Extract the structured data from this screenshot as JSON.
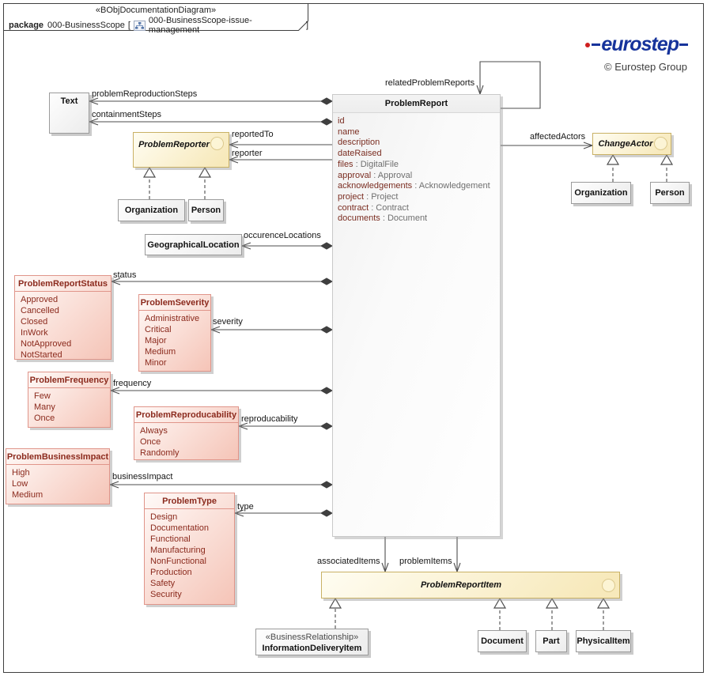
{
  "header": {
    "stereotype": "«BObjDocumentationDiagram»",
    "keyword": "package",
    "package_name": "000-BusinessScope",
    "bracket_open": "[",
    "diagram_name": "000-BusinessScope-issue-management",
    "bracket_close": "]"
  },
  "branding": {
    "logo_text": "eurostep",
    "copyright": "© Eurostep Group"
  },
  "icons": {
    "header_diagram_icon": "mini-diagram-icon",
    "abstract_marker": "circle-outline"
  },
  "colors": {
    "logo_blue": "#16339b",
    "logo_red": "#cf1f1f",
    "enum_text": "#8b2a1d",
    "cream_border": "#c9b165",
    "enum_border": "#e0958a",
    "line": "#4d4d4d"
  },
  "classes": {
    "text": {
      "title": "Text"
    },
    "problem_reporter": {
      "title": "ProblemReporter"
    },
    "organization_left": {
      "title": "Organization"
    },
    "person_left": {
      "title": "Person"
    },
    "geographical_location": {
      "title": "GeographicalLocation"
    },
    "problem_report_status": {
      "title": "ProblemReportStatus",
      "literals": [
        "Approved",
        "Cancelled",
        "Closed",
        "InWork",
        "NotApproved",
        "NotStarted"
      ]
    },
    "problem_severity": {
      "title": "ProblemSeverity",
      "literals": [
        "Administrative",
        "Critical",
        "Major",
        "Medium",
        "Minor"
      ]
    },
    "problem_frequency": {
      "title": "ProblemFrequency",
      "literals": [
        "Few",
        "Many",
        "Once"
      ]
    },
    "problem_reproducability": {
      "title": "ProblemReproducability",
      "literals": [
        "Always",
        "Once",
        "Randomly"
      ]
    },
    "problem_business_impact": {
      "title": "ProblemBusinessImpact",
      "literals": [
        "High",
        "Low",
        "Medium"
      ]
    },
    "problem_type": {
      "title": "ProblemType",
      "literals": [
        "Design",
        "Documentation",
        "Functional",
        "Manufacturing",
        "NonFunctional",
        "Production",
        "Safety",
        "Security"
      ]
    },
    "problem_report": {
      "title": "ProblemReport",
      "attributes": [
        {
          "name": "id",
          "type": ""
        },
        {
          "name": "name",
          "type": ""
        },
        {
          "name": "description",
          "type": ""
        },
        {
          "name": "dateRaised",
          "type": ""
        },
        {
          "name": "files",
          "type": " : DigitalFile"
        },
        {
          "name": "approval",
          "type": " : Approval"
        },
        {
          "name": "acknowledgements",
          "type": " : Acknowledgement"
        },
        {
          "name": "project",
          "type": " : Project"
        },
        {
          "name": "contract",
          "type": " : Contract"
        },
        {
          "name": "documents",
          "type": " : Document"
        }
      ]
    },
    "change_actor": {
      "title": "ChangeActor"
    },
    "organization_right": {
      "title": "Organization"
    },
    "person_right": {
      "title": "Person"
    },
    "problem_report_item": {
      "title": "ProblemReportItem"
    },
    "information_delivery_item": {
      "stereotype": "«BusinessRelationship»",
      "title": "InformationDeliveryItem"
    },
    "document": {
      "title": "Document"
    },
    "part": {
      "title": "Part"
    },
    "physical_item": {
      "title": "PhysicalItem"
    }
  },
  "connector_labels": {
    "related_problem_reports": "relatedProblemReports",
    "problem_reproduction_steps": "problemReproductionSteps",
    "containment_steps": "containmentSteps",
    "reported_to": "reportedTo",
    "reporter": "reporter",
    "affected_actors": "affectedActors",
    "occurence_locations": "occurenceLocations",
    "status": "status",
    "severity": "severity",
    "frequency": "frequency",
    "reproducability": "reproducability",
    "business_impact": "businessImpact",
    "type": "type",
    "associated_items": "associatedItems",
    "problem_items": "problemItems"
  }
}
